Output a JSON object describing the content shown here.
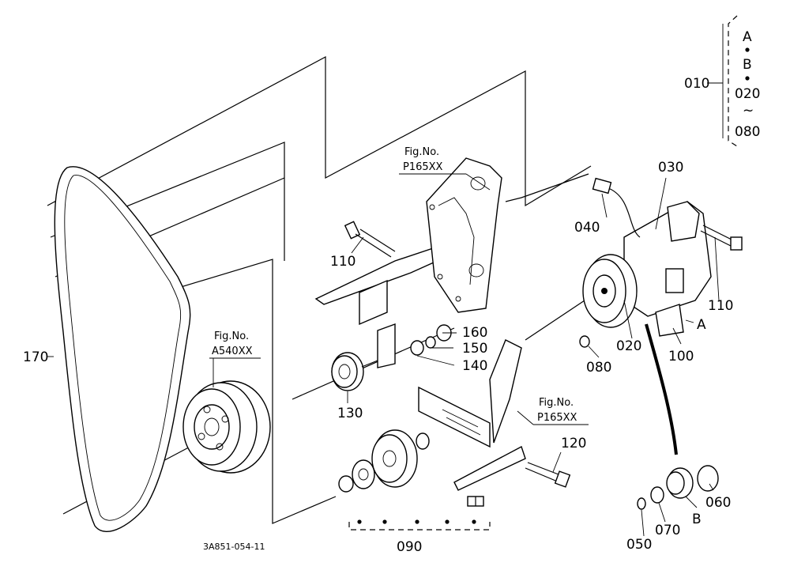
{
  "diagram": {
    "drawing_code": "3A851-054-11",
    "legend_group": {
      "parent": "010",
      "members": [
        "A",
        "B",
        "020",
        "080"
      ],
      "range_sep": "~"
    },
    "part_labels": {
      "p010": "010",
      "p020": "020",
      "p030": "030",
      "p040": "040",
      "p050": "050",
      "p060": "060",
      "p070": "070",
      "p080": "080",
      "p090": "090",
      "p100": "100",
      "p110a": "110",
      "p110b": "110",
      "p120": "120",
      "p130": "130",
      "p140": "140",
      "p150": "150",
      "p160": "160",
      "p170": "170"
    },
    "letters": {
      "A": "A",
      "B": "B"
    },
    "fig_refs": [
      {
        "title": "Fig.No.",
        "number": "P165XX"
      },
      {
        "title": "Fig.No.",
        "number": "A540XX"
      },
      {
        "title": "Fig.No.",
        "number": "P165XX"
      }
    ]
  }
}
